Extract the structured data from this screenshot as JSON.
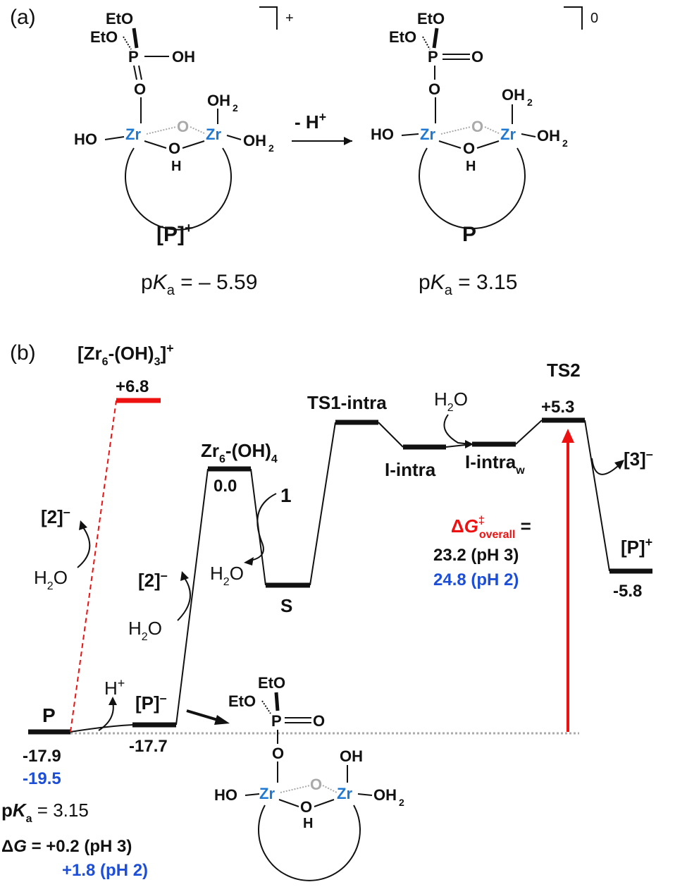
{
  "panel_a": {
    "label": "(a)",
    "left": {
      "charge": "+",
      "name_main": "[P]",
      "name_sup": "+",
      "pka_prefix": "p",
      "pka_k": "K",
      "pka_sub": "a",
      "pka_value": " = – 5.59"
    },
    "arrow_label": "- H",
    "arrow_label_sup": "+",
    "right": {
      "charge": "0",
      "name": "P",
      "pka_prefix": "p",
      "pka_k": "K",
      "pka_sub": "a",
      "pka_value": " = 3.15"
    },
    "atoms": {
      "eto": "EtO",
      "p": "P",
      "o": "O",
      "oh": "OH",
      "ho": "HO",
      "zr": "Zr",
      "oh2": "OH",
      "h": "H",
      "two": "2"
    }
  },
  "panel_b": {
    "label": "(b)",
    "levels": {
      "zr_oh3_label": "[Zr",
      "zr_oh3_sub6": "6",
      "zr_oh3_mid": "-(OH)",
      "zr_oh3_sub3": "3",
      "zr_oh3_end": "]",
      "zr_oh3_sup": "+",
      "zr_oh3_value": "+6.8",
      "zr_oh4_label": "Zr",
      "zr_oh4_sub6": "6",
      "zr_oh4_end": "-(OH)",
      "zr_oh4_sub4": "4",
      "zr_oh4_value": "0.0",
      "s_label": "S",
      "ts1_label": "TS1-intra",
      "i_intra_label": "I-intra",
      "i_intra_w_label": "I-intra",
      "i_intra_w_sub": "w",
      "ts2_label": "TS2",
      "ts2_value": "+5.3",
      "p_plus_label": "[P]",
      "p_plus_sup": "+",
      "p_plus_value": "-5.8",
      "p_label": "P",
      "p_value_ph3": "-17.9",
      "p_value_ph2": "-19.5",
      "pminus_label": "[P]",
      "pminus_sup": "–",
      "pminus_value": "-17.7"
    },
    "species": {
      "one": "1",
      "h2o_h": "H",
      "h2o_2": "2",
      "h2o_o": "O",
      "two_minus": "[2]",
      "two_minus_sup": "–",
      "three_minus": "[3]",
      "three_minus_sup": "–",
      "h_plus": "H",
      "h_plus_sup": "+"
    },
    "overall": {
      "delta": "Δ",
      "g": "G",
      "dagger": "‡",
      "sub": "overall",
      "eq": " =",
      "ph3": "23.2 (pH 3)",
      "ph2": "24.8 (pH 2)"
    },
    "bottom": {
      "pka_p": "p",
      "pka_k": "K",
      "pka_sub": "a",
      "pka_value": " = 3.15",
      "dg_delta": "Δ",
      "dg_g": "G",
      "dg_ph3": " = +0.2 (pH 3)",
      "dg_ph2": "+1.8 (pH 2)"
    }
  },
  "colors": {
    "zr": "#1f78d1",
    "red": "#e11111",
    "blue_text": "#1d4ed8",
    "grey_o": "#aaaaaa"
  }
}
